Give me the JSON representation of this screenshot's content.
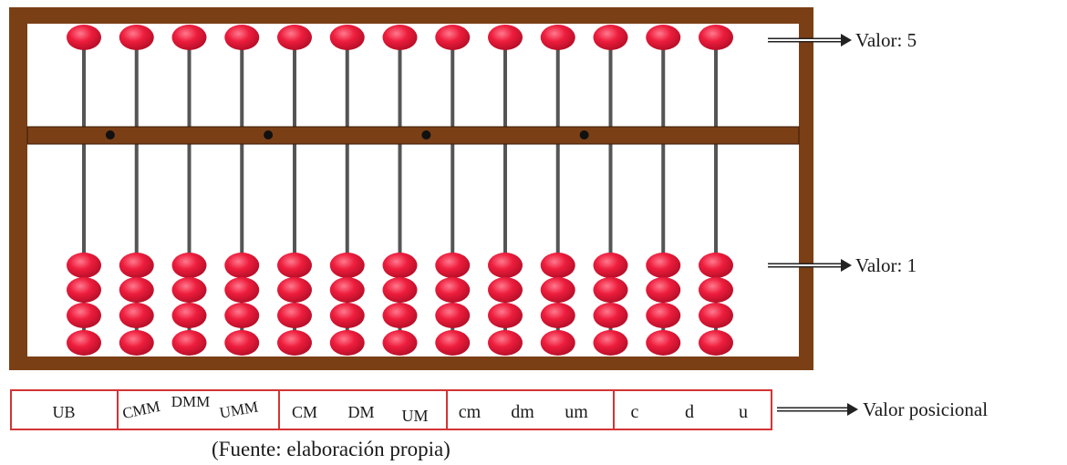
{
  "abacus": {
    "rods": 13,
    "upper_beads_per_rod": 1,
    "lower_beads_per_rod": 4,
    "frame_color": "#7b3f16",
    "bead_color": "#e8173a",
    "rod_color": "#555555"
  },
  "annotations": {
    "upper_value": "Valor: 5",
    "lower_value": "Valor: 1",
    "positional_value": "Valor posicional"
  },
  "place_values": {
    "groups": [
      [
        "UB"
      ],
      [
        "CMM",
        "DMM",
        "UMM"
      ],
      [
        "CM",
        "DM",
        "UM"
      ],
      [
        "cm",
        "dm",
        "um"
      ],
      [
        "c",
        "d",
        "u"
      ]
    ],
    "border_color": "#d33434"
  },
  "caption": "(Fuente: elaboración propia)"
}
